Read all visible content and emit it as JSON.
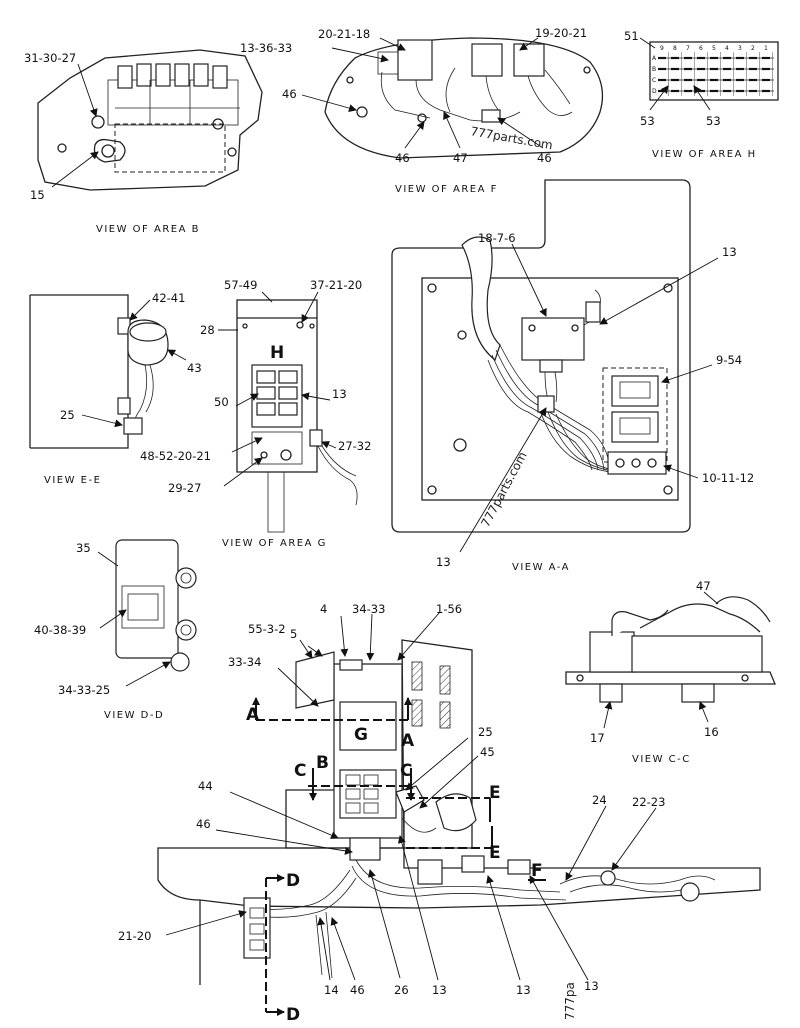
{
  "views": {
    "area_b": "VIEW OF AREA B",
    "area_f": "VIEW OF AREA F",
    "area_h": "VIEW OF AREA H",
    "area_g": "VIEW OF AREA G",
    "aa": "VIEW A-A",
    "ee": "VIEW E-E",
    "dd": "VIEW D-D",
    "cc": "VIEW C-C"
  },
  "callouts": {
    "area_b": [
      "31-30-27",
      "15"
    ],
    "area_f": [
      "20-21-18",
      "13-36-33",
      "19-20-21",
      "46",
      "46",
      "47",
      "46"
    ],
    "area_h": [
      "51",
      "53",
      "53"
    ],
    "area_g": [
      "57-49",
      "37-21-20",
      "28",
      "H",
      "13",
      "50",
      "27-32",
      "48-52-20-21",
      "29-27"
    ],
    "view_aa": [
      "18-7-6",
      "13",
      "9-54",
      "10-11-12",
      "13"
    ],
    "view_ee": [
      "42-41",
      "43",
      "25"
    ],
    "view_dd": [
      "35",
      "40-38-39",
      "34-33-25"
    ],
    "view_cc": [
      "47",
      "17",
      "16"
    ],
    "main": [
      "55-3-2",
      "4",
      "34-33",
      "1-56",
      "5",
      "33-34",
      "25",
      "45",
      "44",
      "46",
      "24",
      "22-23",
      "21-20",
      "14",
      "46",
      "26",
      "13",
      "13",
      "13"
    ]
  },
  "section_markers": {
    "a_left": "A",
    "a_right": "A",
    "b": "B",
    "c_left": "C",
    "c_right": "C",
    "g": "G",
    "e_top": "E",
    "e_bottom": "E",
    "f": "F",
    "d_top": "D",
    "d_bottom": "D"
  },
  "area_h_grid": {
    "columns": [
      "9",
      "8",
      "7",
      "6",
      "5",
      "4",
      "3",
      "2",
      "1"
    ],
    "rows": [
      "A",
      "B",
      "C",
      "D"
    ]
  },
  "watermarks": [
    "777parts.com",
    "777parts.com",
    "777pa"
  ]
}
